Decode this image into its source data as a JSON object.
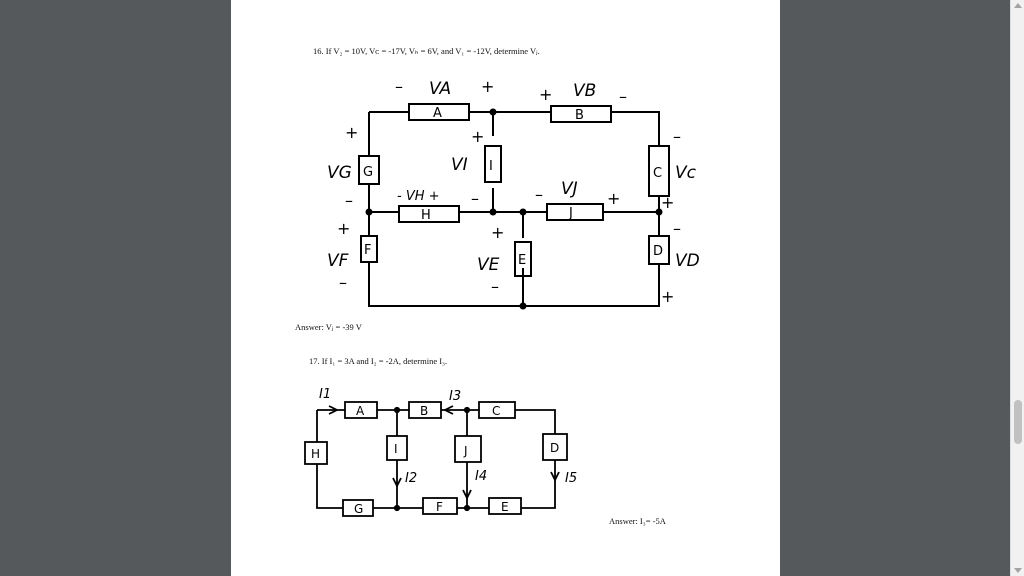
{
  "q16": {
    "question": "16.  If V₂ = 10V, Vᴄ = -17V, Vₕ = 6V, and V₁ = -12V, determine Vⱼ.",
    "answer": "Answer:  Vⱼ = -39 V",
    "labels": {
      "A": "A",
      "B": "B",
      "C": "C",
      "D": "D",
      "E": "E",
      "F": "F",
      "G": "G",
      "H": "H",
      "I": "I",
      "J": "J",
      "VA": "VA",
      "VB": "VB",
      "VC": "Vc",
      "VD": "VD",
      "VE": "VE",
      "VF": "VF",
      "VG": "VG",
      "VH": "- VH +",
      "VI": "VI",
      "VJ": "VJ",
      "plus": "+",
      "minus": "–"
    }
  },
  "q17": {
    "question": "17. If I₁ = 3A and I₂ = -2A, determine I₃.",
    "answer": "Answer:  I₃= -5A",
    "labels": {
      "A": "A",
      "B": "B",
      "C": "C",
      "D": "D",
      "E": "E",
      "F": "F",
      "G": "G",
      "H": "H",
      "I": "I",
      "J": "J",
      "I1": "I1",
      "I2": "I2",
      "I3": "I3",
      "I4": "I4",
      "I5": "I5"
    }
  }
}
